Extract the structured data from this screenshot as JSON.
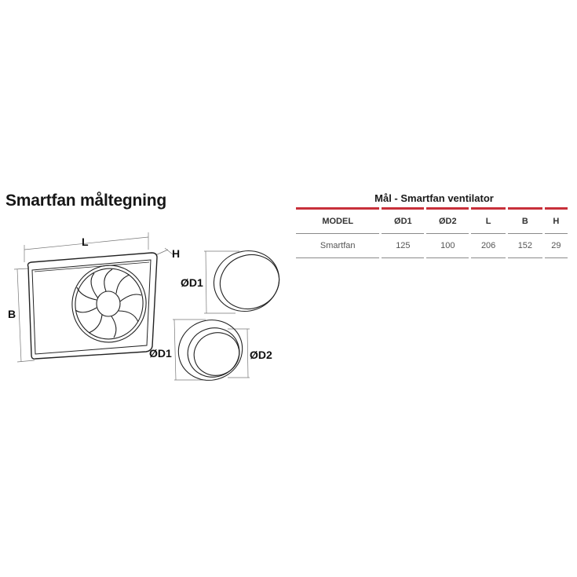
{
  "title": "Smartfan måltegning",
  "drawing": {
    "labels": {
      "length": "L",
      "height": "H",
      "width": "B",
      "d1_top": "ØD1",
      "d1_bottom": "ØD1",
      "d2": "ØD2"
    }
  },
  "table": {
    "title": "Mål - Smartfan ventilator",
    "accent_color": "#c8303a",
    "headers": [
      "MODEL",
      "ØD1",
      "ØD2",
      "L",
      "B",
      "H"
    ],
    "rows": [
      [
        "Smartfan",
        "125",
        "100",
        "206",
        "152",
        "29"
      ]
    ]
  }
}
